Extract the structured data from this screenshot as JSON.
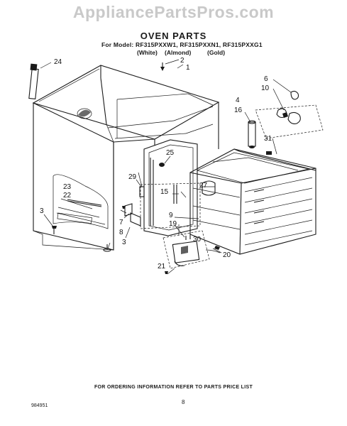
{
  "watermark": "AppliancePartsPros.com",
  "title": "OVEN PARTS",
  "models_line": "For Model: RF315PXXW1, RF315PXXN1, RF315PXXG1",
  "colors": [
    "(White)",
    "(Almond)",
    "(Gold)"
  ],
  "callouts": [
    "24",
    "2",
    "1",
    "6",
    "10",
    "4",
    "16",
    "31",
    "25",
    "29",
    "15",
    "27",
    "23",
    "22",
    "3",
    "7",
    "8",
    "3",
    "9",
    "19",
    "30",
    "20",
    "21"
  ],
  "footer_text": "FOR ORDERING INFORMATION REFER TO PARTS PRICE LIST",
  "page_number": "8",
  "doc_number": "984951"
}
